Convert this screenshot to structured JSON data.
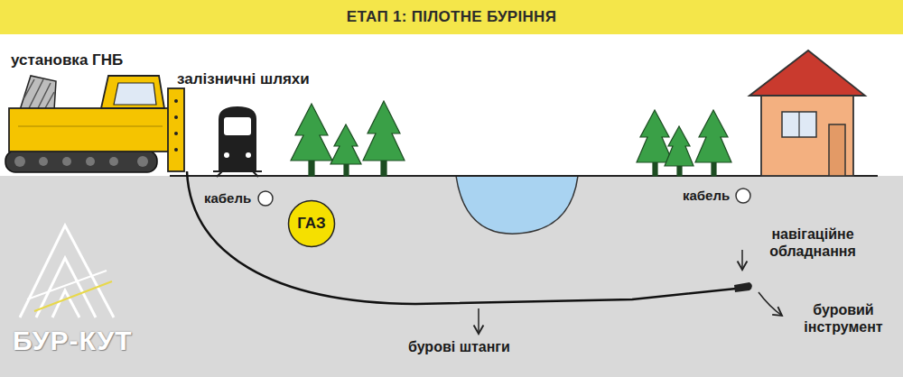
{
  "diagram": {
    "title": "ЕТАП 1: ПІЛОТНЕ БУРІННЯ",
    "nodes": [
      {
        "text": [
          "ГАЗ"
        ]
      }
    ],
    "labels": [
      "установка ГНБ",
      "залізничні шляхи",
      "кабель",
      "кабель",
      "навігаційне обладнання",
      "бурові штанги",
      "буровий інструмент",
      "БУР-КУТ"
    ]
  }
}
